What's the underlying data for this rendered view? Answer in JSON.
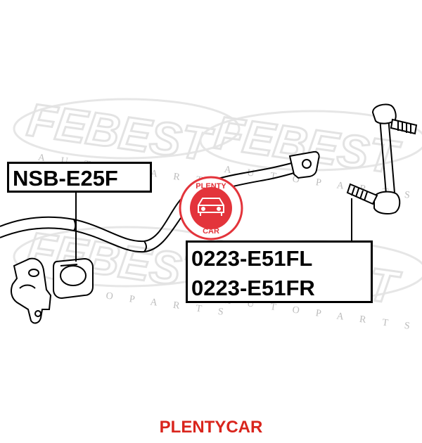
{
  "watermark": {
    "brand": "FEBEST",
    "tagline": "A U T O   P A R T S",
    "color": "#e3e3e3"
  },
  "parts": {
    "bushing_label": "NSB-E25F",
    "link_labels": [
      "0223-E51FL",
      "0223-E51FR"
    ]
  },
  "logo": {
    "top_text": "PLENTY",
    "bottom_text": "CAR",
    "color": "#e3343b"
  },
  "footer": {
    "text": "PLENTYCAR",
    "color": "#d9251d"
  }
}
